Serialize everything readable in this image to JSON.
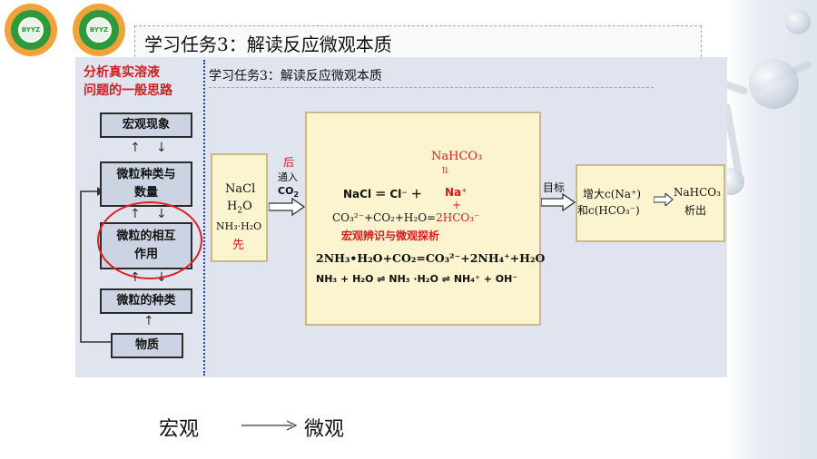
{
  "header": {
    "logo_text": "BYYZ",
    "title": "学习任务3：解读反应微观本质"
  },
  "panel": {
    "subtitle": "学习任务3：解读反应微观本质",
    "red_title_line1": "分析真实溶液",
    "red_title_line2": "问题的一般思路"
  },
  "flow": {
    "boxes": [
      {
        "label": "宏观现象"
      },
      {
        "label_line1": "微粒种类与",
        "label_line2": "数量"
      },
      {
        "label_line1": "微粒的相互",
        "label_line2": "作用"
      },
      {
        "label": "微粒的种类"
      },
      {
        "label": "物质"
      }
    ],
    "up_arrow": "↑",
    "down_arrow": "↓"
  },
  "left_box": {
    "line1": "NaCl",
    "line2_main": "H",
    "line2_sub": "2",
    "line2_end": "O",
    "line3": "NH₃·H₂O",
    "line4": "先"
  },
  "arrow1": {
    "top_red": "后",
    "middle": "通入",
    "bottom_main": "CO",
    "bottom_sub": "2"
  },
  "main_box": {
    "nahco3_top": "NaHCO₃",
    "equilibrium_arrows": "⇅",
    "nacl_eq": "NaCl  ＝  Cl⁻  ＋",
    "na_plus": "Na⁺",
    "plus_sign": "+",
    "carbonate_eq_left": "CO₃²⁻+CO₂+H₂O=",
    "carbonate_eq_right": "2HCO₃⁻",
    "red_caption": "宏观辨识与微观探析",
    "ammonia_eq": "2NH₃•H₂O+CO₂=CO₃²⁻+2NH₄⁺+H₂O",
    "ionization_eq": "NH₃ + H₂O ⇌  NH₃ ·H₂O ⇌ NH₄⁺ +  OH⁻"
  },
  "arrow2": {
    "label": "目标"
  },
  "right_box": {
    "line1": "增大c(Na⁺)",
    "line2": "和c(HCO₃⁻)",
    "product_line1": "NaHCO₃",
    "product_line2": "析出"
  },
  "bottom": {
    "left_word": "宏观",
    "right_word": "微观"
  },
  "colors": {
    "red": "#d41e1e",
    "box_fill": "#fcf3cf",
    "flow_fill": "#ccd4e3",
    "panel_bg": "#dfe4ef"
  }
}
